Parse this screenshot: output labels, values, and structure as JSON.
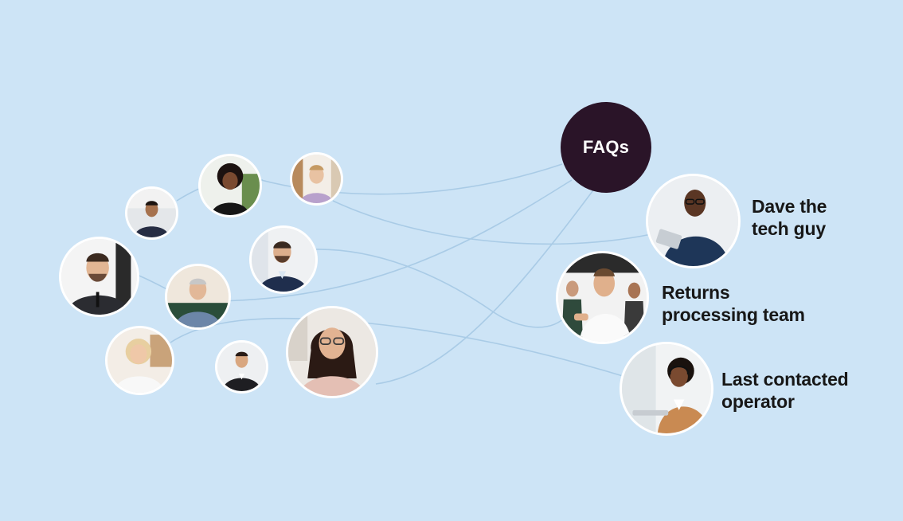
{
  "faq": {
    "label": "FAQs"
  },
  "destinations": [
    {
      "label": "Dave the\ntech guy",
      "icon": "person-with-tablet-photo"
    },
    {
      "label": "Returns\nprocessing team",
      "icon": "team-handshake-photo"
    },
    {
      "label": "Last contacted\noperator",
      "icon": "operator-with-headset-photo"
    }
  ],
  "customers": [
    {
      "icon": "woman-curly-hair-photo"
    },
    {
      "icon": "man-glasses-photo"
    },
    {
      "icon": "young-man-office-photo"
    },
    {
      "icon": "man-with-beard-photo"
    },
    {
      "icon": "bearded-man-suit-photo"
    },
    {
      "icon": "older-man-photo"
    },
    {
      "icon": "blonde-woman-photo"
    },
    {
      "icon": "man-with-tie-photo"
    },
    {
      "icon": "woman-with-glasses-photo"
    }
  ],
  "colors": {
    "background": "#cde4f6",
    "faq_circle": "#2a1428",
    "connector": "#a9cbe6",
    "label_text": "#171717"
  }
}
